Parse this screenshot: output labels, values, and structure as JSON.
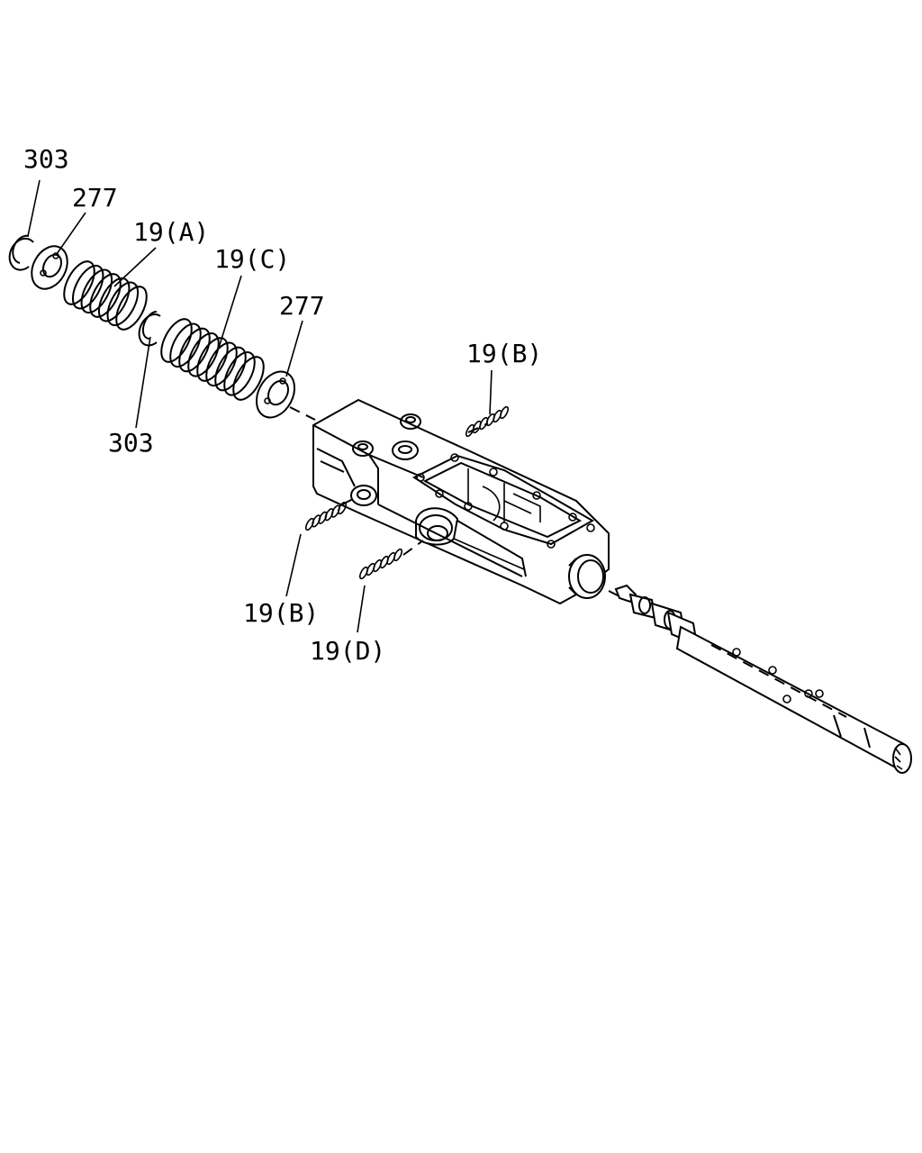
{
  "callouts": [
    {
      "id": "c303a",
      "text": "303"
    },
    {
      "id": "c277a",
      "text": "277"
    },
    {
      "id": "c19A",
      "text": "19(A)"
    },
    {
      "id": "c19C",
      "text": "19(C)"
    },
    {
      "id": "c277b",
      "text": "277"
    },
    {
      "id": "c19Ba",
      "text": "19(B)"
    },
    {
      "id": "c303b",
      "text": "303"
    },
    {
      "id": "c19Bb",
      "text": "19(B)"
    },
    {
      "id": "c19D",
      "text": "19(D)"
    }
  ]
}
